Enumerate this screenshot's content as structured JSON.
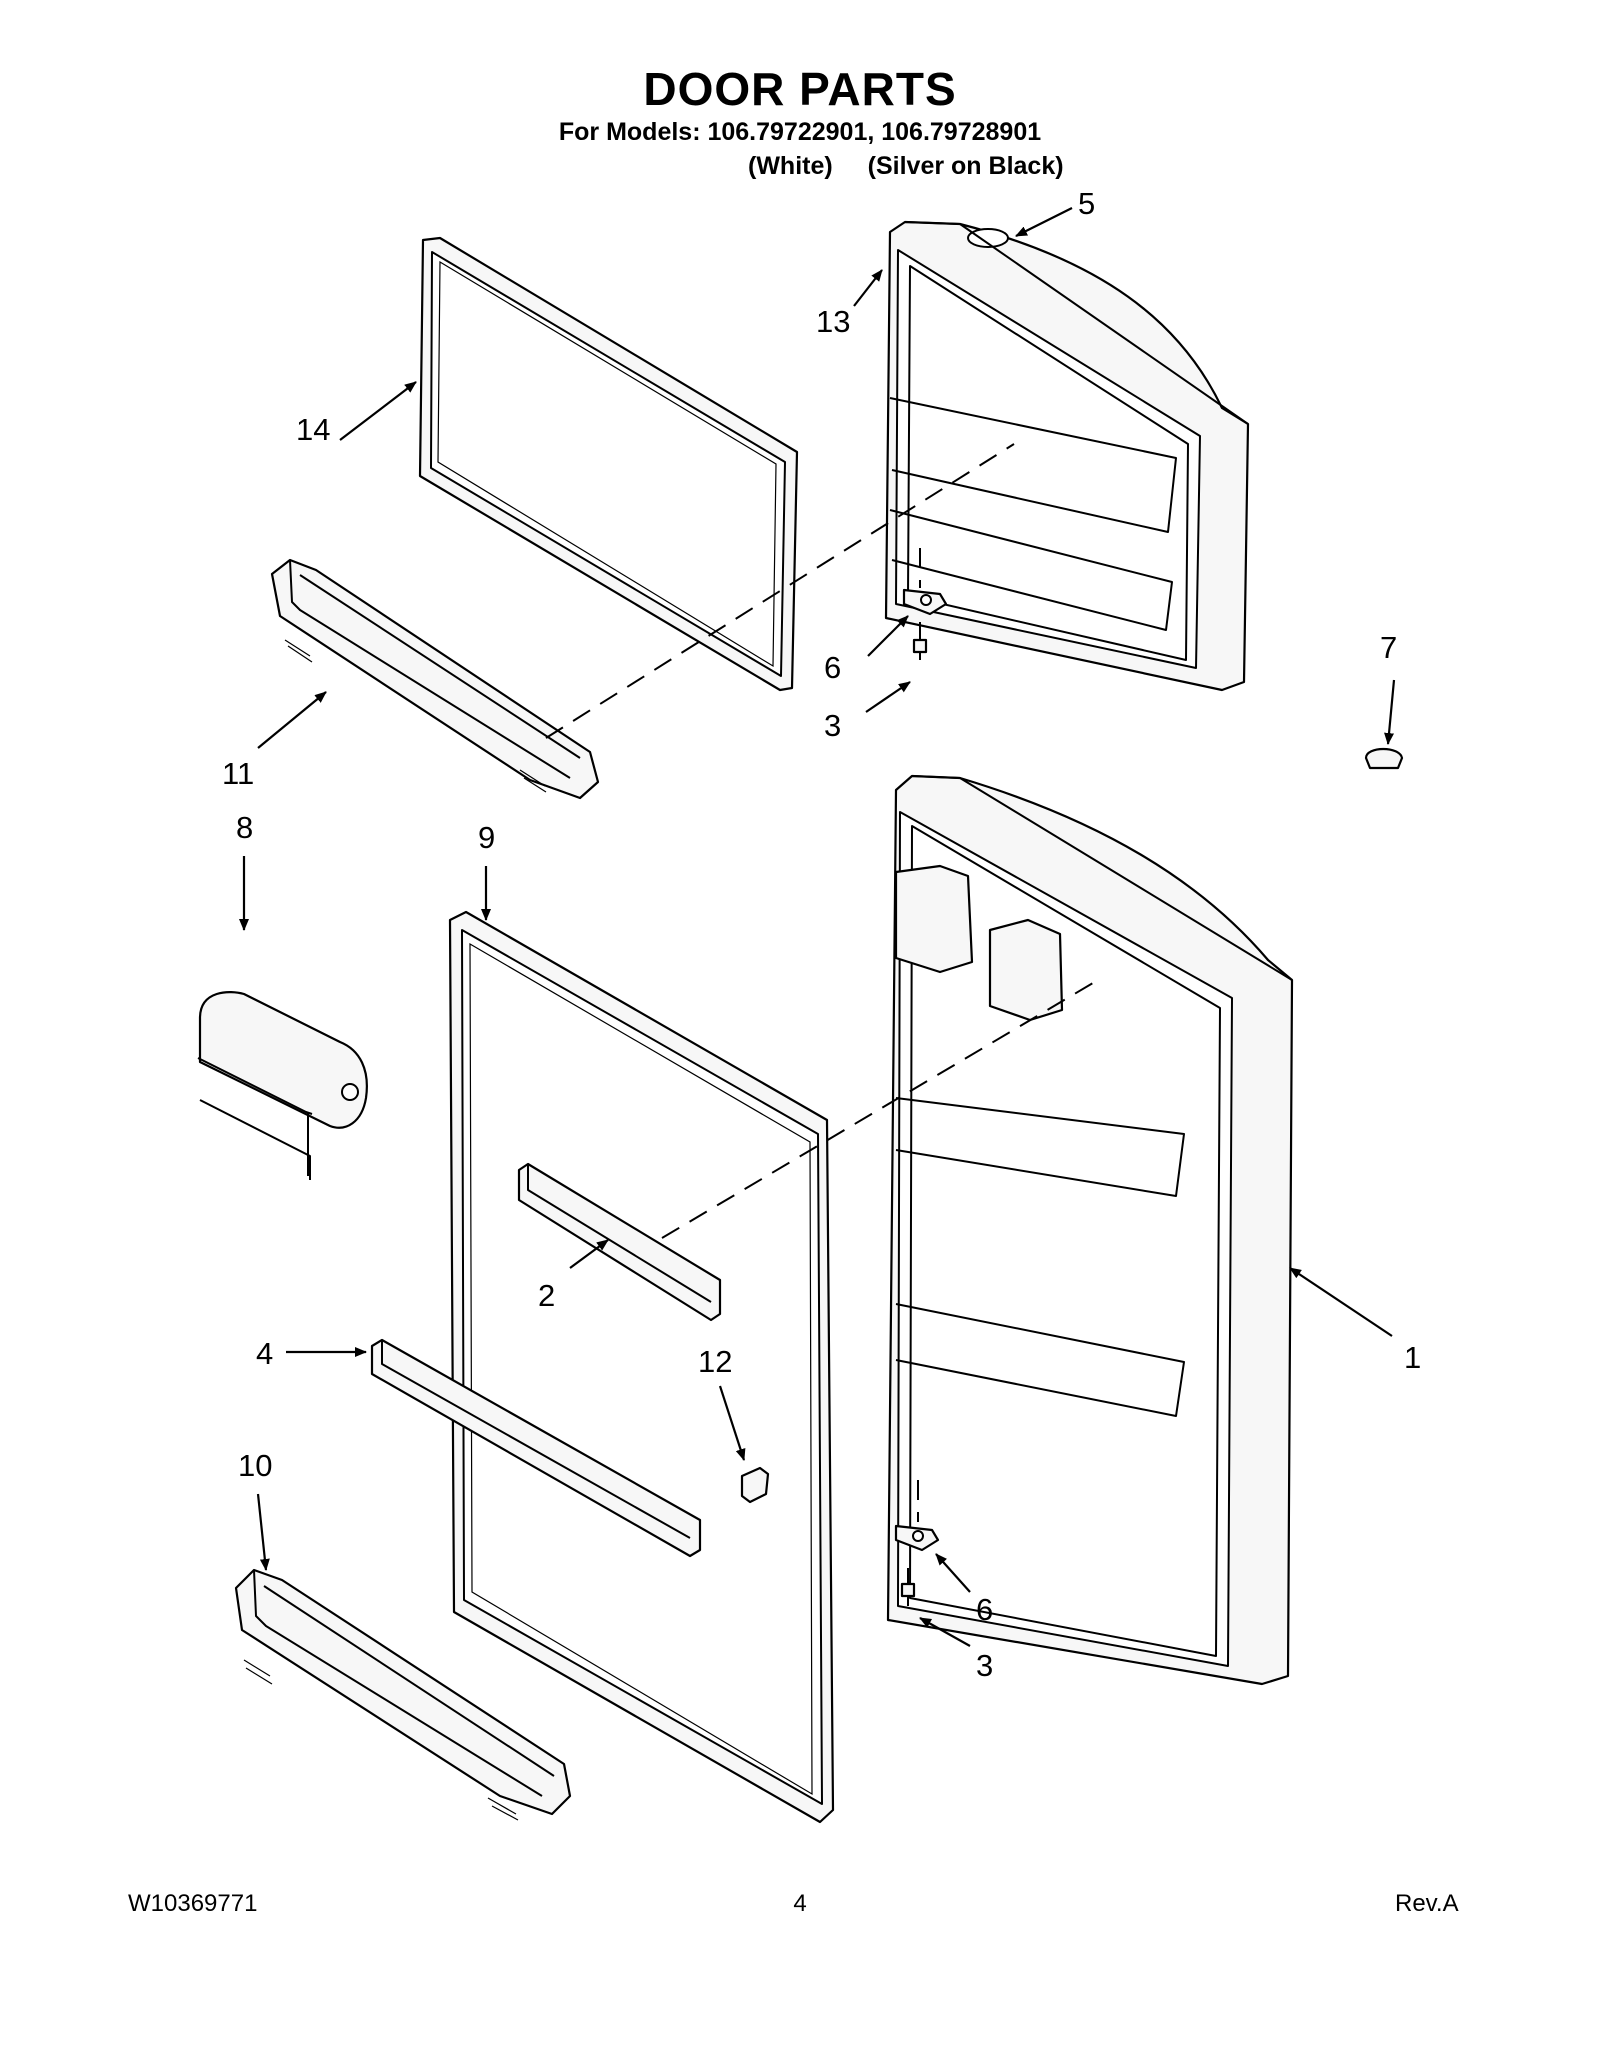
{
  "header": {
    "title": "DOOR PARTS",
    "models_line": "For Models: 106.79722901, 106.79728901",
    "variant_1": "(White)",
    "variant_2": "(Silver on Black)"
  },
  "callouts": [
    "5",
    "13",
    "14",
    "6",
    "3",
    "7",
    "11",
    "8",
    "9",
    "2",
    "1",
    "4",
    "12",
    "10",
    "6",
    "3"
  ],
  "footer": {
    "doc_number": "W10369771",
    "page_number": "4",
    "revision": "Rev.A"
  }
}
